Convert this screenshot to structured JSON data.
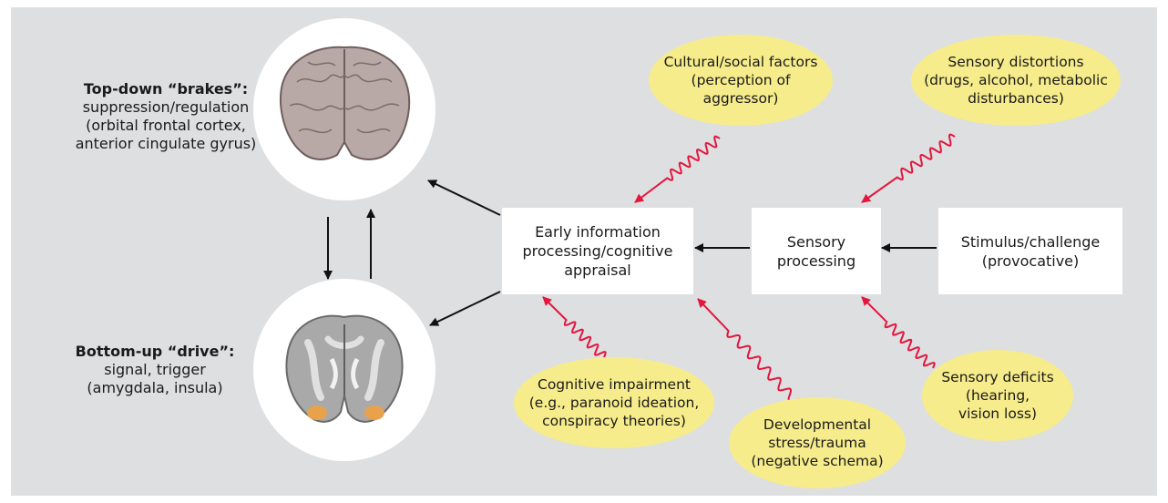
{
  "top_label": {
    "title": "Top-down “brakes”:",
    "lines": [
      "suppression/regulation",
      "(orbital frontal cortex,",
      "anterior cingulate gyrus)"
    ]
  },
  "bottom_label": {
    "title": "Bottom-up “drive”:",
    "lines": [
      "signal, trigger",
      "(amygdala, insula)"
    ]
  },
  "boxes": {
    "appraisal": [
      "Early information",
      "processing/cognitive",
      "appraisal"
    ],
    "sensory": [
      "Sensory",
      "processing"
    ],
    "stimulus": [
      "Stimulus/challenge",
      "(provocative)"
    ]
  },
  "factors": {
    "cultural": [
      "Cultural/social factors",
      "(perception of",
      "aggressor)"
    ],
    "distortions": [
      "Sensory distortions",
      "(drugs, alcohol, metabolic",
      "disturbances)"
    ],
    "cognitive": [
      "Cognitive impairment",
      "(e.g., paranoid ideation,",
      "conspiracy theories)"
    ],
    "developmental": [
      "Developmental",
      "stress/trauma",
      "(negative schema)"
    ],
    "deficits": [
      "Sensory deficits",
      "(hearing,",
      "vision loss)"
    ]
  },
  "colors": {
    "background": "#dedfe1",
    "ellipse_fill": "#f6ec8b",
    "influence_arrow": "#e3163e",
    "flow_arrow": "#111111",
    "amygdala_highlight": "#e9a24c"
  },
  "icons": {
    "top_brain": "brain-3d-frontal-icon",
    "bottom_brain": "brain-coronal-section-icon"
  }
}
